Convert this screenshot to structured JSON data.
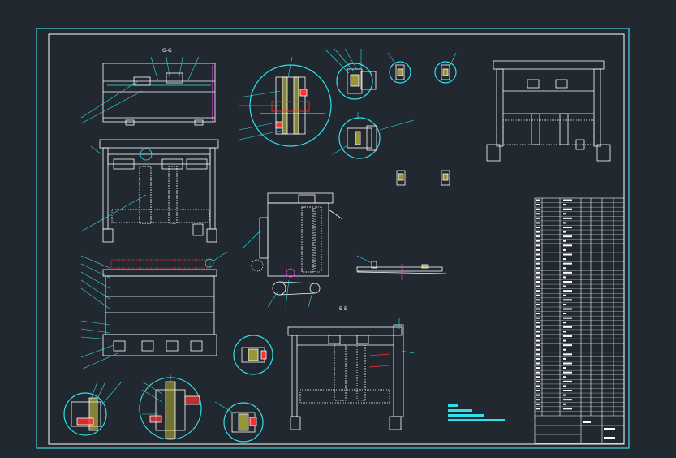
{
  "drawing": {
    "labels": {
      "view_gg": "G-G",
      "view_ee": "E-E"
    },
    "title_block_rows": 48,
    "colors": {
      "background": "#212830",
      "frame": "#3fd7e0",
      "lines": "#ffffff",
      "accent_cyan": "#2fe0e8",
      "accent_magenta": "#e040e0",
      "accent_red": "#ff3030",
      "accent_yellow": "#e8e040",
      "leader_green": "#30e070"
    },
    "icons": [
      "cad-drawing",
      "detail-circle",
      "title-block"
    ]
  }
}
